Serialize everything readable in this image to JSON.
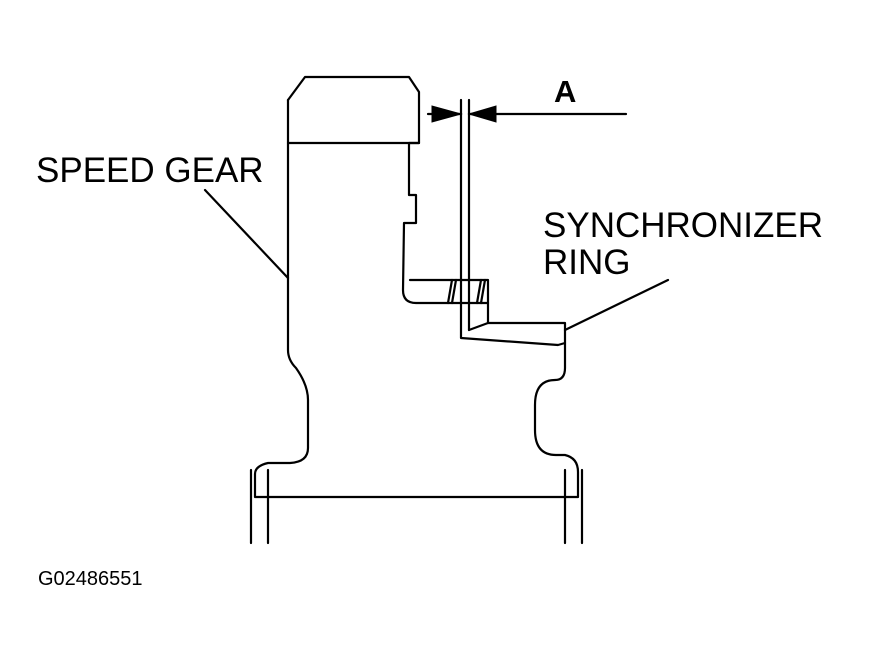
{
  "labels": {
    "dimension": "A",
    "speed_gear": "SPEED GEAR",
    "synchronizer_line1": "SYNCHRONIZER",
    "synchronizer_line2": "RING",
    "figure_code": "G02486551"
  }
}
